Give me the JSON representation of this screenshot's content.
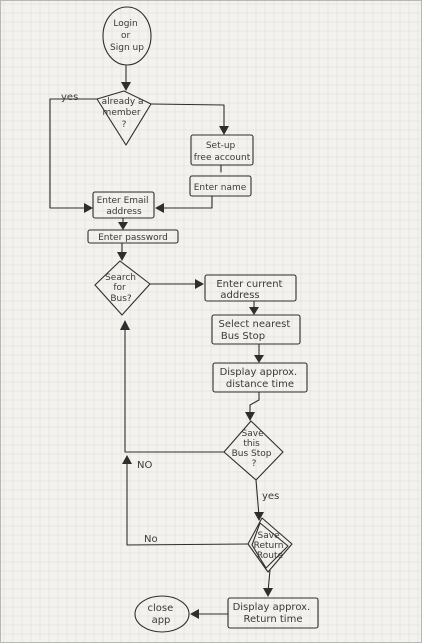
{
  "nodes": {
    "start": {
      "lines": [
        "Login",
        "or",
        "Sign up"
      ]
    },
    "member": {
      "lines": [
        "already a",
        "member",
        "?"
      ]
    },
    "setup": {
      "lines": [
        "Set-up",
        "free account"
      ]
    },
    "name": {
      "lines": [
        "Enter name"
      ]
    },
    "email": {
      "lines": [
        "Enter Email",
        "address"
      ]
    },
    "password": {
      "lines": [
        "Enter password"
      ]
    },
    "search": {
      "lines": [
        "Search",
        "for",
        "Bus?"
      ]
    },
    "address": {
      "lines": [
        "Enter current",
        "address"
      ]
    },
    "stop": {
      "lines": [
        "Select nearest",
        "Bus Stop"
      ]
    },
    "distance": {
      "lines": [
        "Display approx.",
        "distance time"
      ]
    },
    "save_stop": {
      "lines": [
        "Save",
        "this",
        "Bus Stop",
        "?"
      ]
    },
    "save_route": {
      "lines": [
        "Save",
        "Return",
        "Route"
      ]
    },
    "return_time": {
      "lines": [
        "Display approx.",
        "Return time"
      ]
    },
    "close": {
      "lines": [
        "close",
        "app"
      ]
    }
  },
  "edge_labels": {
    "yes_member": "yes",
    "no_save_stop": "NO",
    "yes_save_stop": "yes",
    "no_save_route": "No"
  }
}
